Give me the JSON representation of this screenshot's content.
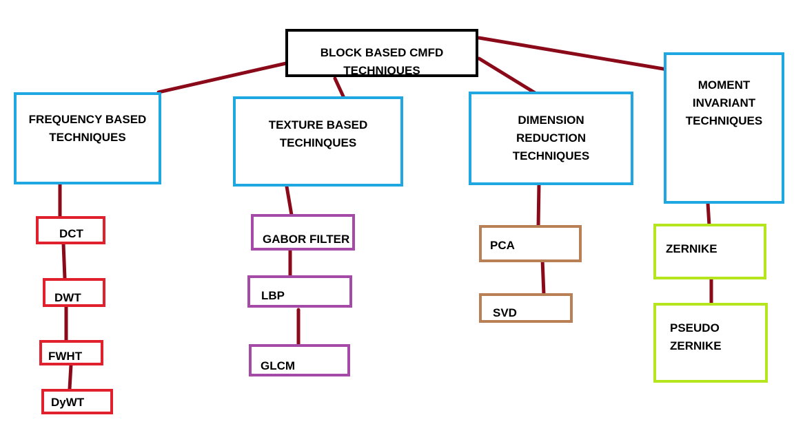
{
  "colors": {
    "connector": "#8b0a1a",
    "root_border": "#000000",
    "category_border": "#1ea7e1",
    "frequency_leaf": "#e0202c",
    "texture_leaf": "#a54aa6",
    "dimension_leaf": "#b98055",
    "moment_leaf": "#b5e61d"
  },
  "root": {
    "lines": [
      "BLOCK BASED CMFD",
      "TECHNIQUES"
    ]
  },
  "categories": [
    {
      "lines": [
        "FREQUENCY BASED",
        "TECHNIQUES"
      ],
      "children": [
        "DCT",
        "DWT",
        "FWHT",
        "DyWT"
      ]
    },
    {
      "lines": [
        "TEXTURE BASED",
        "TECHINQUES"
      ],
      "children": [
        "GABOR FILTER",
        "LBP",
        "GLCM"
      ]
    },
    {
      "lines": [
        "DIMENSION",
        "REDUCTION",
        "TECHNIQUES"
      ],
      "children": [
        "PCA",
        "SVD"
      ]
    },
    {
      "lines": [
        "MOMENT",
        "INVARIANT",
        "TECHNIQUES"
      ],
      "children": [
        "ZERNIKE",
        "PSEUDO\nZERNIKE"
      ]
    }
  ]
}
